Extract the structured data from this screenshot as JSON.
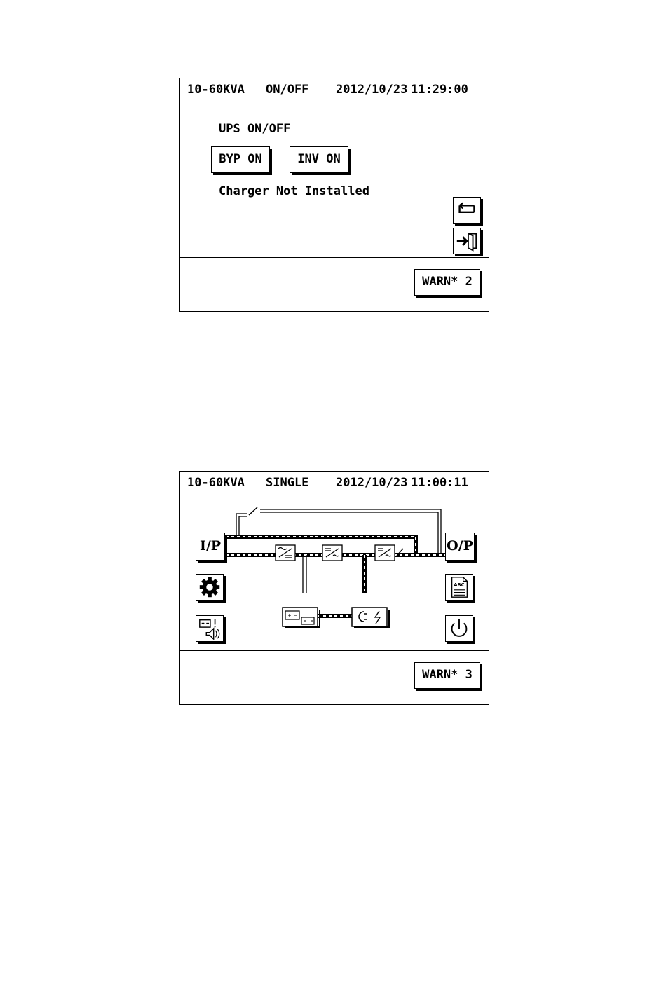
{
  "screen_onoff": {
    "title": {
      "model": "10-60KVA",
      "mode": "ON/OFF",
      "date": "2012/10/23",
      "time": "11:29:00"
    },
    "heading": "UPS ON/OFF",
    "buttons": {
      "bypass_on": "BYP ON",
      "inverter_on": "INV ON"
    },
    "status_message": "Charger Not Installed",
    "side_icons": [
      "back-arrow-icon",
      "exit-door-icon"
    ],
    "warn": {
      "label": "WARN*",
      "count": "2"
    }
  },
  "screen_single": {
    "title": {
      "model": "10-60KVA",
      "mode": "SINGLE",
      "date": "2012/10/23",
      "time": "11:00:11"
    },
    "left_buttons": {
      "input": "I/P",
      "icons": [
        "settings-gear-icon",
        "battery-speaker-icon"
      ]
    },
    "right_buttons": {
      "output": "O/P",
      "icons": [
        "abc-document-icon",
        "power-icon"
      ]
    },
    "flow_modules": [
      "rectifier-icon",
      "inverter-icon",
      "static-switch-icon",
      "battery-charger-icon",
      "generator-plug-icon"
    ],
    "warn": {
      "label": "WARN*",
      "count": "3"
    }
  }
}
